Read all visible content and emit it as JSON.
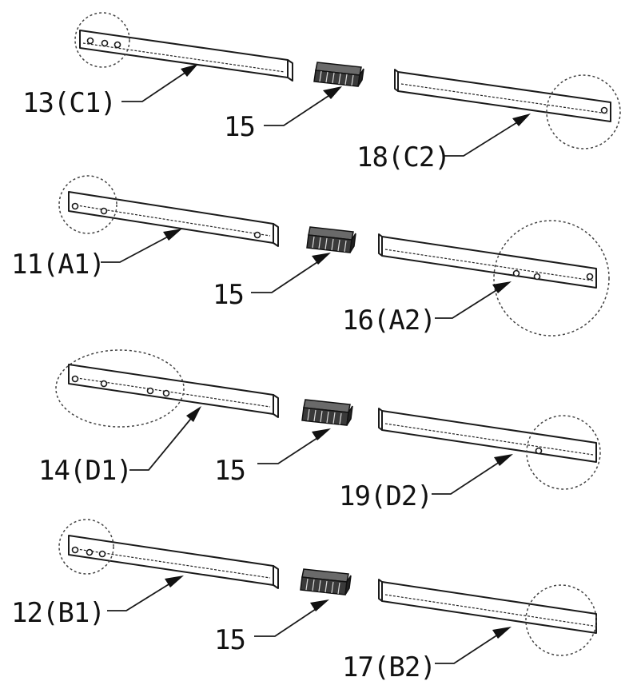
{
  "figure": {
    "labels": {
      "part_13": "13(C1)",
      "part_18": "18(C2)",
      "part_11": "11(A1)",
      "part_16": "16(A2)",
      "part_14": "14(D1)",
      "part_19": "19(D2)",
      "part_12": "12(B1)",
      "part_17": "17(B2)",
      "connector_row1": "15",
      "connector_row2": "15",
      "connector_row3": "15",
      "connector_row4": "15"
    },
    "colors": {
      "line": "#1a1a1a",
      "callout": "#444444",
      "connector_dark": "#3a3a3a"
    }
  }
}
